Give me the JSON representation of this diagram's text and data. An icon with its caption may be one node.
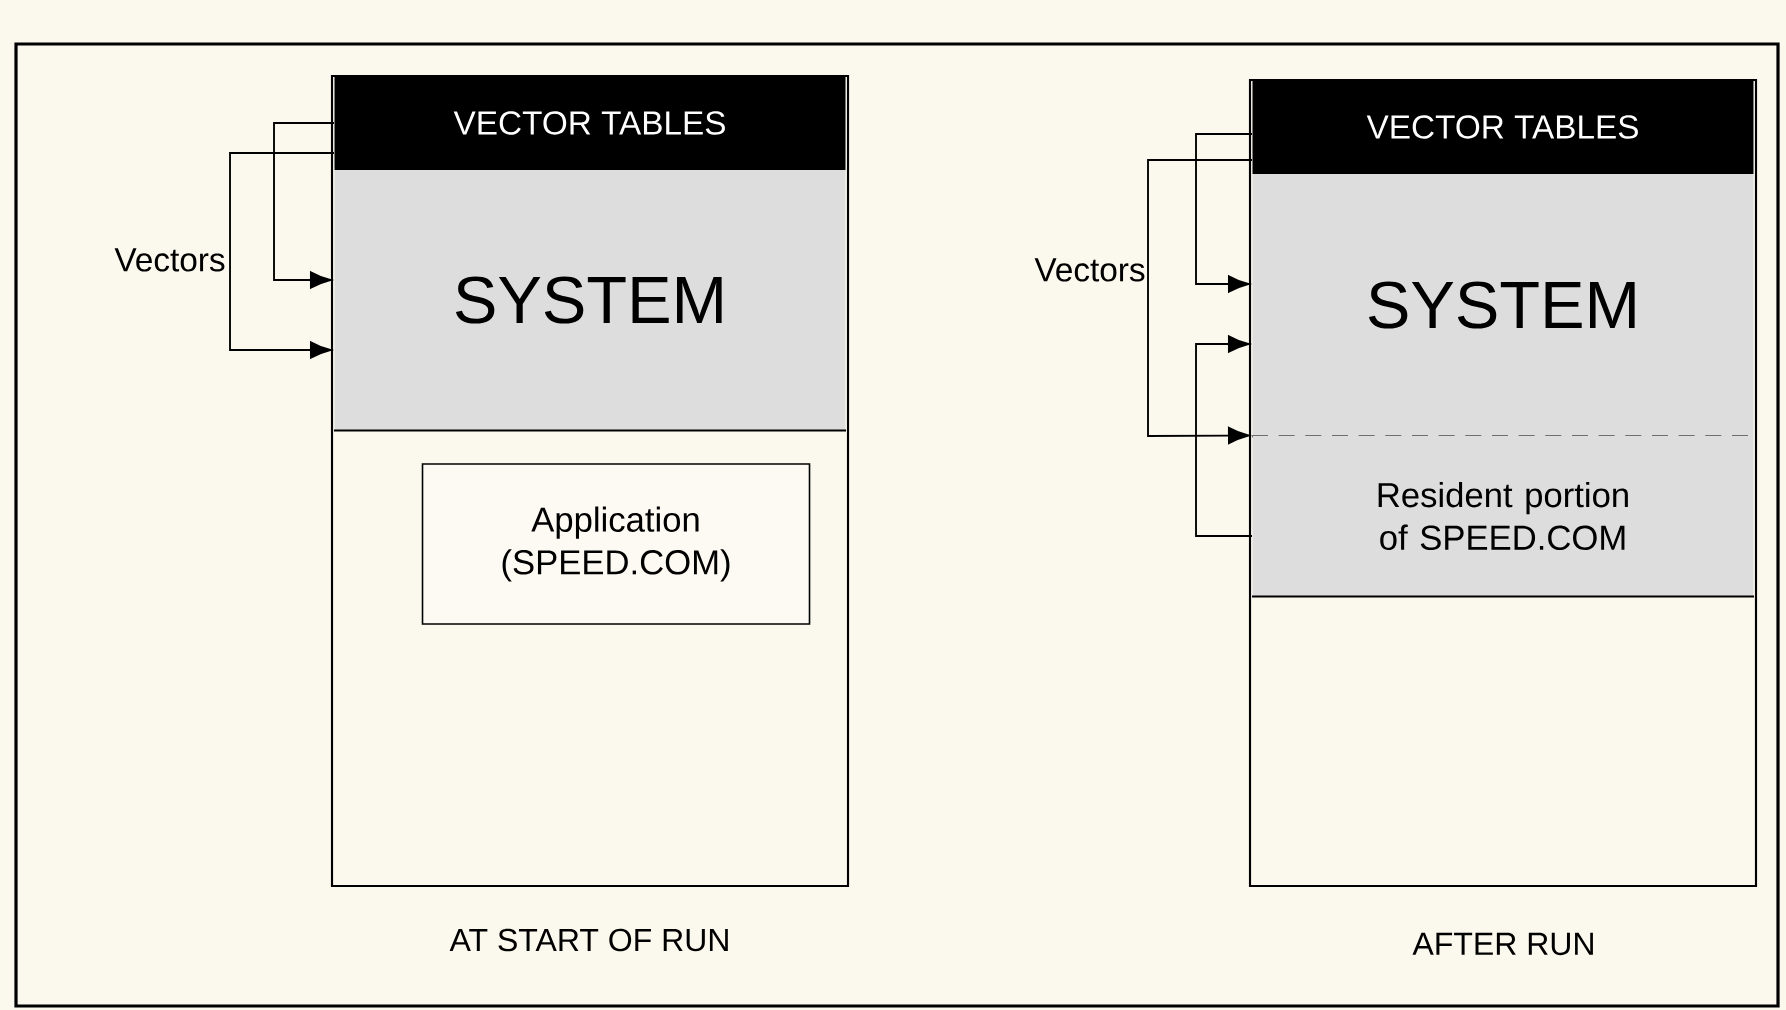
{
  "diagram": {
    "nodes": [
      {
        "text": [],
        "shape": "box",
        "beside": [
          "AT START OF RUN"
        ]
      },
      {
        "text": [
          "VECTOR TABLES"
        ],
        "in": 0
      },
      {
        "text": [
          "SYSTEM"
        ],
        "in": 0
      },
      {
        "text": [
          "Application (SPEED.COM)"
        ],
        "in": 0
      },
      {
        "text": [],
        "shape": "box",
        "beside": [
          "AFTER RUN"
        ]
      },
      {
        "text": [
          "VECTOR TABLES"
        ],
        "in": 4
      },
      {
        "text": [
          "SYSTEM"
        ],
        "in": 4
      },
      {
        "text": [
          "Resident portion of SPEED.COM"
        ],
        "in": 4
      }
    ],
    "edges": [
      {
        "from": 1,
        "to": 2,
        "arrow": "to"
      },
      {
        "from": 1,
        "to": 2,
        "arrow": "to"
      },
      {
        "from": 5,
        "to": 6,
        "arrow": "to"
      },
      {
        "from": 5,
        "to": 7,
        "arrow": "to"
      },
      {
        "from": 7,
        "to": 6,
        "arrow": "to"
      }
    ],
    "labels": [
      "Vectors",
      "Vectors"
    ]
  }
}
